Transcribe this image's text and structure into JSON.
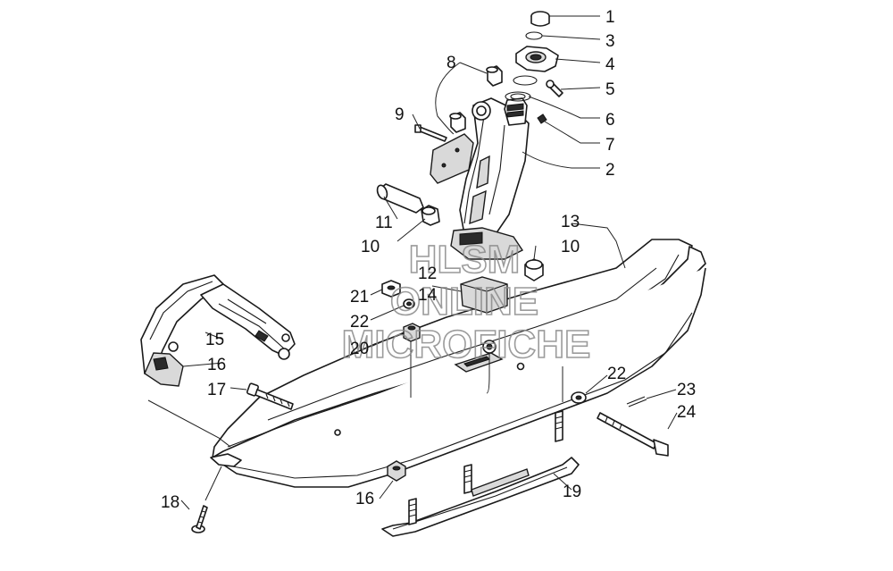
{
  "watermark": {
    "line1": "HLSM",
    "line2": "ONLINE",
    "line3": "MICROFICHE"
  },
  "callouts": [
    {
      "id": "c1",
      "label": "1"
    },
    {
      "id": "c3",
      "label": "3"
    },
    {
      "id": "c4",
      "label": "4"
    },
    {
      "id": "c5",
      "label": "5"
    },
    {
      "id": "c6",
      "label": "6"
    },
    {
      "id": "c7",
      "label": "7"
    },
    {
      "id": "c2",
      "label": "2"
    },
    {
      "id": "c8",
      "label": "8"
    },
    {
      "id": "c9",
      "label": "9"
    },
    {
      "id": "c11",
      "label": "11"
    },
    {
      "id": "c10a",
      "label": "10"
    },
    {
      "id": "c13",
      "label": "13"
    },
    {
      "id": "c10b",
      "label": "10"
    },
    {
      "id": "c12",
      "label": "12"
    },
    {
      "id": "c14",
      "label": "14"
    },
    {
      "id": "c21",
      "label": "21"
    },
    {
      "id": "c22a",
      "label": "22"
    },
    {
      "id": "c20",
      "label": "20"
    },
    {
      "id": "c15",
      "label": "15"
    },
    {
      "id": "c16a",
      "label": "16"
    },
    {
      "id": "c17",
      "label": "17"
    },
    {
      "id": "c22b",
      "label": "22"
    },
    {
      "id": "c23",
      "label": "23"
    },
    {
      "id": "c24",
      "label": "24"
    },
    {
      "id": "c18",
      "label": "18"
    },
    {
      "id": "c16b",
      "label": "16"
    },
    {
      "id": "c19",
      "label": "19"
    }
  ]
}
